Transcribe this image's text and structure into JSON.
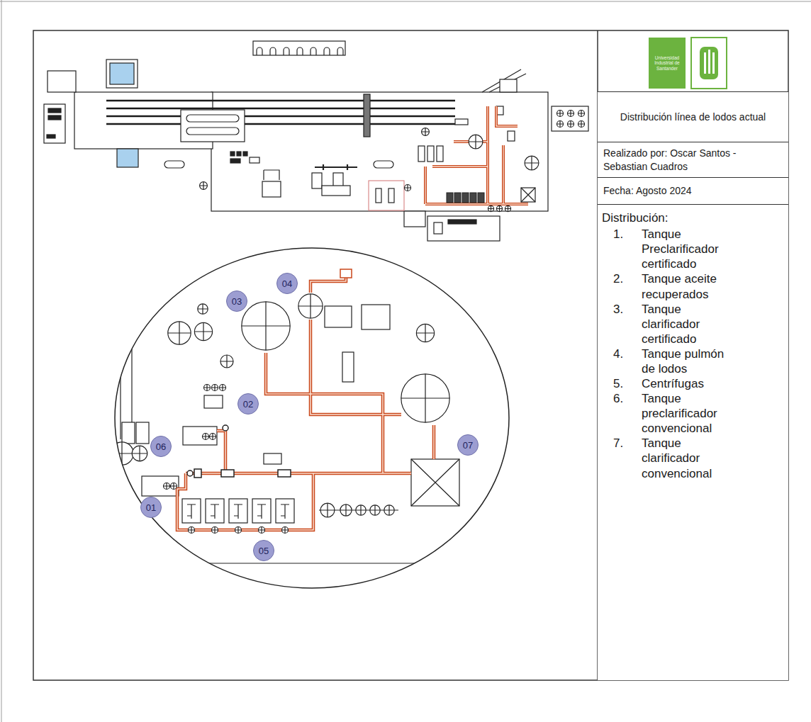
{
  "diagram": {
    "nodes": [
      {
        "text": [
          "Universidad Industrial de Santander"
        ]
      },
      {
        "text": [
          "Distribución línea de lodos actual"
        ]
      },
      {
        "text": [
          "Realizado por: Oscar Santos - Sebastian Cuadros"
        ]
      },
      {
        "text": [
          "Fecha: Agosto 2024"
        ]
      },
      {
        "text": [
          "Distribución:",
          "1.",
          "Tanque Preclarificador certificado",
          "2.",
          "Tanque aceite recuperados",
          "3.",
          "Tanque clarificador certificado",
          "4.",
          "Tanque pulmón de lodos",
          "5.",
          "Centrífugas",
          "6.",
          "Tanque preclarificador convencional",
          "7.",
          "Tanque clarificador convencional"
        ]
      },
      {
        "text": [
          "04"
        ]
      },
      {
        "text": [
          "03"
        ]
      },
      {
        "text": [
          "02"
        ]
      },
      {
        "text": [
          "06"
        ]
      },
      {
        "text": [
          "07"
        ]
      },
      {
        "text": [
          "01"
        ]
      },
      {
        "text": [
          "05"
        ]
      }
    ]
  }
}
